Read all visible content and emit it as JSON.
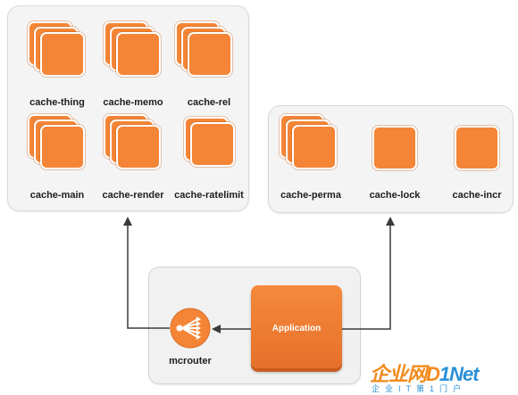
{
  "left_cluster": {
    "nodes": [
      {
        "label": "cache-thing",
        "stacked": true
      },
      {
        "label": "cache-memo",
        "stacked": true
      },
      {
        "label": "cache-rel",
        "stacked": true
      },
      {
        "label": "cache-main",
        "stacked": true
      },
      {
        "label": "cache-render",
        "stacked": true
      },
      {
        "label": "cache-ratelimit",
        "stacked": true
      }
    ]
  },
  "right_cluster": {
    "nodes": [
      {
        "label": "cache-perma",
        "stacked": true
      },
      {
        "label": "cache-lock",
        "stacked": false
      },
      {
        "label": "cache-incr",
        "stacked": false
      }
    ]
  },
  "application": {
    "label": "Application"
  },
  "router": {
    "label": "mcrouter",
    "icon": "fan-out-router-icon"
  },
  "watermark": {
    "main_cn": "企业网",
    "main_d": "D",
    "main_i": "1",
    "main_net": "Net",
    "sub": "企业IT第1门户"
  },
  "colors": {
    "node_orange": "#f58536",
    "panel_bg": "#f4f4f4",
    "arrow": "#3a3a3a",
    "watermark_orange": "#f28a1c",
    "watermark_blue": "#2a8fd6"
  }
}
